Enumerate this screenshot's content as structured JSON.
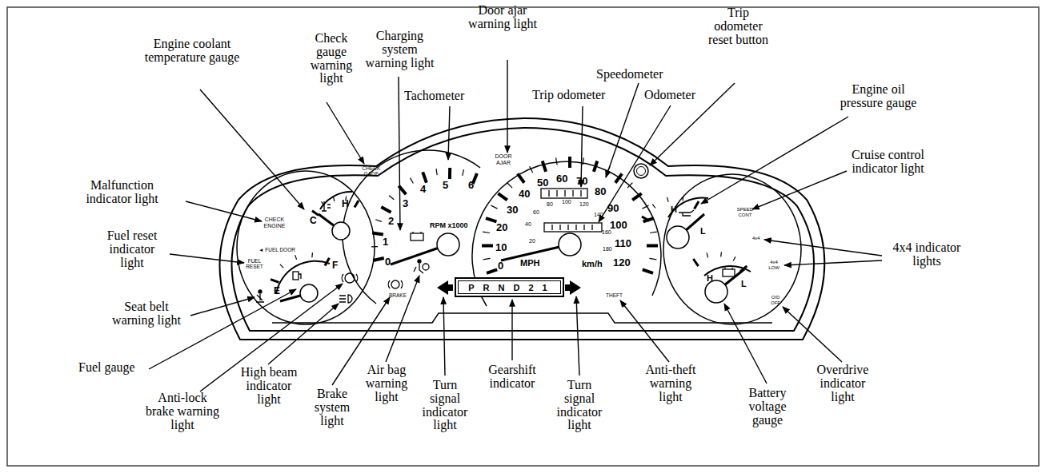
{
  "diagram": {
    "nodes": [
      {
        "text": [
          "P R N D 2 1"
        ]
      }
    ],
    "labels": [
      "Engine coolant temperature gauge",
      "Check gauge warning light",
      "Charging system warning light",
      "Door ajar warning light",
      "Tachometer",
      "Trip odometer",
      "Speedometer",
      "Odometer",
      "Trip odometer reset button",
      "Engine oil pressure gauge",
      "Cruise control indicator light",
      "4x4 indicator lights",
      "Malfunction indicator light",
      "Fuel reset indicator light",
      "Seat belt warning light",
      "Fuel gauge",
      "Anti-lock brake warning light",
      "High beam indicator light",
      "Brake system light",
      "Air bag warning light",
      "Turn signal indicator light",
      "Gearshift indicator",
      "Turn signal indicator light",
      "Anti-theft warning light",
      "Battery voltage gauge",
      "Overdrive indicator light",
      "CHECK ENGINE",
      "◄ FUEL DOOR",
      "FUEL RESET",
      "CHECK GAGE",
      "DOOR AJAR",
      "H",
      "C",
      "F",
      "E",
      "0",
      "1",
      "2",
      "3",
      "4",
      "5",
      "6",
      "RPM x1000",
      "0",
      "10",
      "20",
      "30",
      "40",
      "50",
      "60",
      "70",
      "80",
      "90",
      "100",
      "110",
      "120",
      "MPH",
      "20",
      "40",
      "60",
      "80",
      "100",
      "120",
      "140",
      "160",
      "180",
      "km/h",
      "H",
      "L",
      "SPEED CONT",
      "4x4",
      "4x4 LOW",
      "H",
      "L",
      "O/D OFF",
      "BRAKE",
      "THEFT"
    ]
  }
}
